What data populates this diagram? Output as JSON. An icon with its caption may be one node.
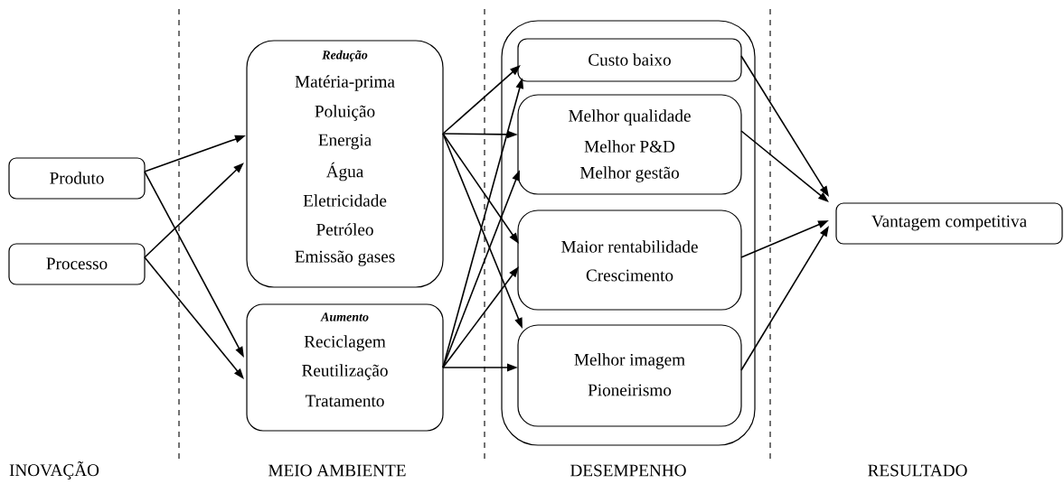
{
  "diagram": {
    "nodes": [
      {
        "text": [
          "Produto"
        ]
      },
      {
        "text": [
          "Processo"
        ]
      },
      {
        "text": [
          "Redução",
          "Matéria-prima",
          "Poluição",
          "Energia",
          "Água",
          "Eletricidade",
          "Petróleo",
          "Emissão gases"
        ]
      },
      {
        "text": [
          "Aumento",
          "Reciclagem",
          "Reutilização",
          "Tratamento"
        ]
      },
      {
        "text": [],
        "shape": "box"
      },
      {
        "text": [
          "Custo baixo"
        ],
        "in": 4
      },
      {
        "text": [
          "Melhor qualidade",
          "Melhor P&D",
          "Melhor gestão"
        ],
        "in": 4
      },
      {
        "text": [
          "Maior rentabilidade",
          "Crescimento"
        ],
        "in": 4
      },
      {
        "text": [
          "Melhor imagem",
          "Pioneirismo"
        ],
        "in": 4
      },
      {
        "text": [
          "Vantagem competitiva"
        ]
      }
    ],
    "edges": [
      {
        "from": 0,
        "to": 2,
        "arrow": "to"
      },
      {
        "from": 0,
        "to": 3,
        "arrow": "to"
      },
      {
        "from": 1,
        "to": 2,
        "arrow": "to"
      },
      {
        "from": 1,
        "to": 3,
        "arrow": "to"
      },
      {
        "from": 2,
        "to": 5,
        "arrow": "to"
      },
      {
        "from": 2,
        "to": 6,
        "arrow": "to"
      },
      {
        "from": 2,
        "to": 7,
        "arrow": "to"
      },
      {
        "from": 2,
        "to": 8,
        "arrow": "to"
      },
      {
        "from": 3,
        "to": 5,
        "arrow": "to"
      },
      {
        "from": 3,
        "to": 6,
        "arrow": "to"
      },
      {
        "from": 3,
        "to": 7,
        "arrow": "to"
      },
      {
        "from": 3,
        "to": 8,
        "arrow": "to"
      },
      {
        "from": 5,
        "to": 9,
        "arrow": "to"
      },
      {
        "from": 6,
        "to": 9,
        "arrow": "to"
      },
      {
        "from": 7,
        "to": 9,
        "arrow": "to"
      },
      {
        "from": 8,
        "to": 9,
        "arrow": "to"
      }
    ],
    "labels": [
      "INOVAÇÃO",
      "MEIO AMBIENTE",
      "DESEMPENHO",
      "RESULTADO"
    ]
  }
}
